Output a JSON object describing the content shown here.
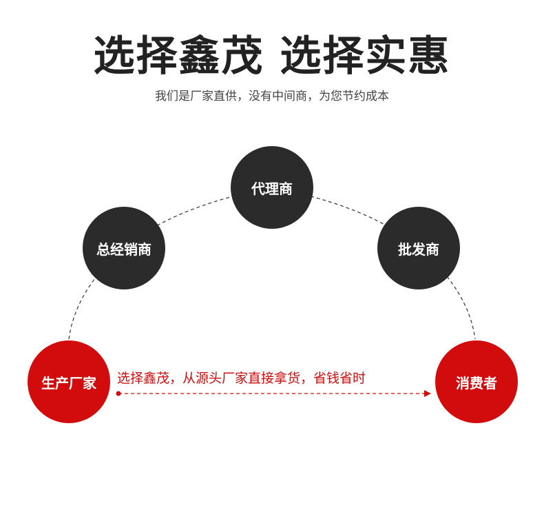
{
  "headline": "选择鑫茂 选择实惠",
  "subline": "我们是厂家直供，没有中间商，为您节约成本",
  "nodes": {
    "agent": "代理商",
    "distributor": "总经销商",
    "wholesaler": "批发商",
    "manufacturer": "生产厂家",
    "consumer": "消费者"
  },
  "flow_text": "选择鑫茂，从源头厂家直接拿货，省钱省时",
  "colors": {
    "dark_node": "#2b2b2b",
    "red_node": "#d20c0c",
    "headline": "#222222"
  }
}
